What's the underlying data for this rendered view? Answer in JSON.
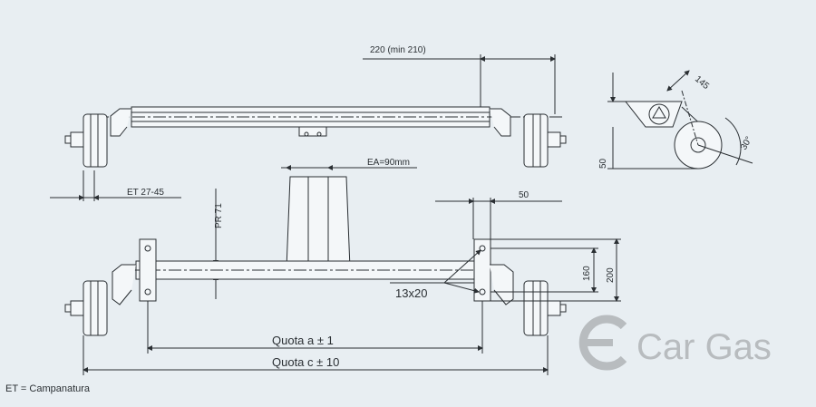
{
  "dimensions": {
    "top_span": "220 (min 210)",
    "camber": "ET 27-45",
    "ea": "EA=90mm",
    "pr": "PR 71",
    "offset_50": "50",
    "bracket_160": "160",
    "bracket_200": "200",
    "bolt": "13x20",
    "quota_a": "Quota a ± 1",
    "quota_c": "Quota c ± 10",
    "side_145": "145",
    "side_50": "50",
    "angle": "30°"
  },
  "logo": {
    "text": "Car Gas"
  },
  "footnote": "ET = Campanatura",
  "colors": {
    "background": "#e8eef2",
    "line": "#2a2f33",
    "logo": "#b8bcbf"
  }
}
